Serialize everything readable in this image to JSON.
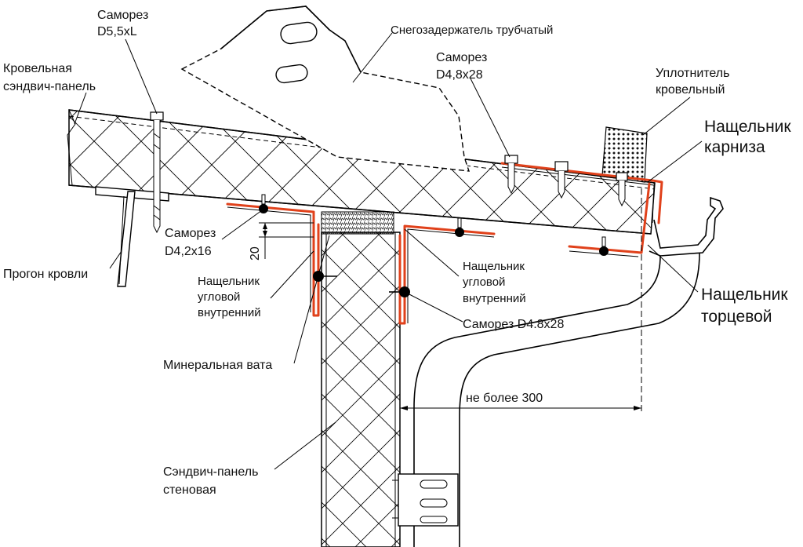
{
  "labels": {
    "screw_d55": "Саморез D5,5xL",
    "snow_guard": "Снегозадержатель трубчатый",
    "roof_panel": "Кровельная сэндвич-панель",
    "screw_d48_top": "Саморез D4,8x28",
    "roof_seal": "Уплотнитель кровельный",
    "eave_flashing": "Нащельник карниза",
    "purlin": "Прогон кровли",
    "screw_d42": "Саморез D4,2x16",
    "dimension_20": "20",
    "inner_corner_left": "Нащельник угловой внутренний",
    "inner_corner_right": "Нащельник угловой внутренний",
    "end_flashing": "Нащельник торцевой",
    "screw_d48_side": "Саморез D4.8x28",
    "mineral_wool": "Минеральная вата",
    "max_300": "не более 300",
    "wall_panel": "Сэндвич-панель стеновая"
  },
  "colors": {
    "flashing": "#e0411b",
    "flashing_fill": "#f39a3a",
    "line": "#000000",
    "background": "#ffffff"
  }
}
